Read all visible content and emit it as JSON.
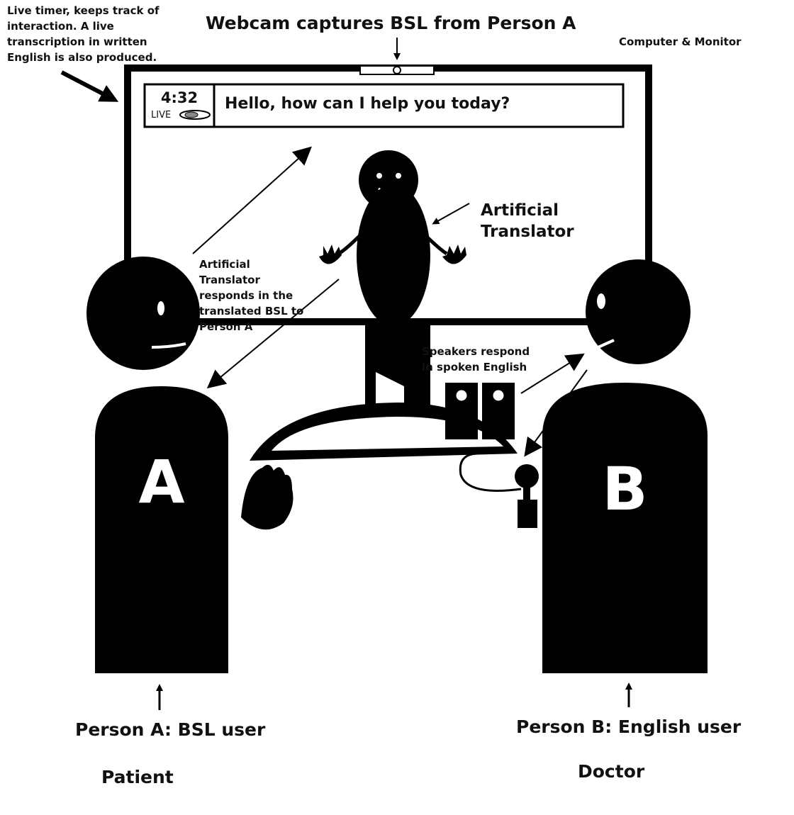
{
  "annotations": {
    "timer_note": "Live timer, keeps track of interaction. A live transcription in written English is also produced.",
    "webcam": "Webcam captures BSL from Person A",
    "computer": "Computer & Monitor",
    "artificial_translator": "Artificial Translator",
    "translator_responds": "Artificial Translator responds in the translated BSL to Person A",
    "speakers": "Speakers respond in spoken English"
  },
  "screen": {
    "timer": "4:32",
    "live": "LIVE",
    "transcript": "Hello, how can I help you today?"
  },
  "people": {
    "a_letter": "A",
    "b_letter": "B",
    "a_label": "Person A: BSL user",
    "a_role": "Patient",
    "b_label": "Person B: English user",
    "b_role": "Doctor"
  },
  "colors": {
    "ink": "#000000",
    "paper": "#ffffff"
  },
  "icons": [
    "webcam-icon",
    "speaker-icon",
    "microphone-icon",
    "arrow-icon"
  ]
}
